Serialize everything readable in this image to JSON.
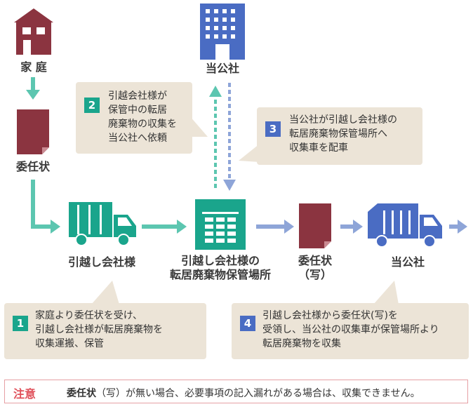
{
  "nodes": {
    "home": "家 庭",
    "company_top": "当公社",
    "proxy_letter": "委任状",
    "mover": "引越し会社様",
    "storage_line1": "引越し会社様の",
    "storage_line2": "転居廃棄物保管場所",
    "copy_line1": "委任状",
    "copy_line2": "（写）",
    "company_right": "当公社"
  },
  "callouts": {
    "c1": {
      "number": "1",
      "lines": [
        "家庭より委任状を受け、",
        "引越し会社様が転居廃棄物を",
        "収集運搬、保管"
      ]
    },
    "c2": {
      "number": "2",
      "lines": [
        "引越会社様が",
        "保管中の転居",
        "廃棄物の収集を",
        "当公社へ依頼"
      ]
    },
    "c3": {
      "number": "3",
      "lines": [
        "当公社が引越し会社様の",
        "転居廃棄物保管場所へ",
        "収集車を配車"
      ]
    },
    "c4": {
      "number": "4",
      "lines": [
        "引越し会社様から委任状(写)を",
        "受領し、当公社の収集車が保管場所より",
        "転居廃棄物を収集"
      ]
    }
  },
  "note": {
    "label": "注意",
    "emphasis": "委任状",
    "text": "（写）が無い場合、必要事項の記入漏れがある場合は、収集できません。"
  },
  "colors": {
    "maroon": "#8b3440",
    "teal": "#1aa58c",
    "teal_light": "#5cc6b0",
    "blue": "#4a6cc3",
    "blue_light": "#8ea5d8",
    "callout_bg": "#ece4d7",
    "warning": "#e0505a"
  },
  "icons": [
    "house-icon",
    "office-building-icon",
    "document-icon",
    "truck-icon",
    "warehouse-icon",
    "garbage-truck-icon"
  ]
}
